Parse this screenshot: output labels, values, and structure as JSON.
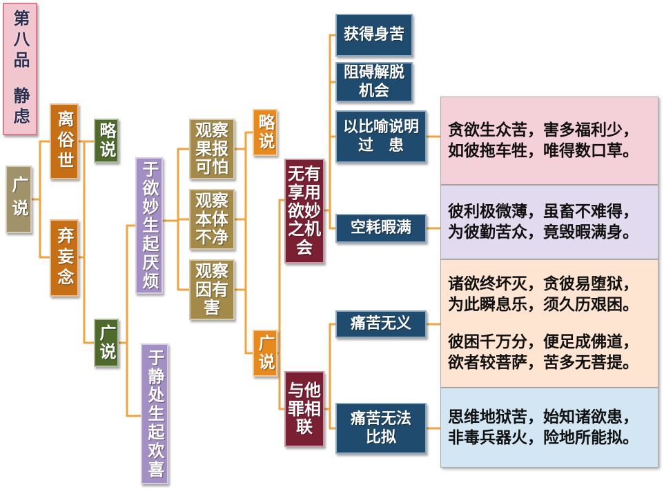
{
  "title_box": {
    "chapter": "第八品",
    "topic": "静虑"
  },
  "tree": {
    "root": "广说",
    "detach_world": "离俗世",
    "abandon_thoughts": "弃妄念",
    "brief_1": "略说",
    "extensive_1": "广说",
    "weary_of_desires": "于欲妙生起厌烦",
    "joy_in_solitude": "于静处生起欢喜",
    "observe_results": "观察果报可怕",
    "observe_nature": "观察本体不净",
    "observe_cause": "观察因有害",
    "brief_2": "略说",
    "extensive_2": "广说",
    "no_chance": "无有享用欲妙之机会",
    "linked_misdeeds": "与他罪相联"
  },
  "faults": [
    {
      "lines": [
        "获得身苦"
      ]
    },
    {
      "lines": [
        "阻碍解脱",
        "机会"
      ]
    },
    {
      "lines": [
        "以比喻说明",
        "过　患"
      ]
    },
    {
      "lines": [
        "空耗暇满"
      ]
    },
    {
      "lines": [
        "痛苦无义"
      ]
    },
    {
      "lines": [
        "痛苦无法",
        "比拟"
      ]
    }
  ],
  "verses": [
    {
      "color": "#f4d0d8",
      "stanzas": [
        [
          "贪欲生众苦，害多福利少，",
          "如彼拖车牲，唯得数口草。"
        ]
      ]
    },
    {
      "color": "#e2daee",
      "stanzas": [
        [
          "彼利极微薄，虽畜不难得，",
          "为彼勤苦众，竟毁暇满身。"
        ]
      ]
    },
    {
      "color": "#fde5d2",
      "stanzas": [
        [
          "诸欲终坏灭，贪彼易堕狱，",
          "为此瞬息乐，须久历艰困。"
        ],
        [
          "彼困千万分，便足成佛道，",
          "欲者较菩萨，苦多无菩提。"
        ]
      ]
    },
    {
      "color": "#d2e6f4",
      "stanzas": [
        [
          "思维地狱苦，始知诸欲患，",
          "非毒兵器火，险地所能拟。"
        ]
      ]
    }
  ],
  "palette": {
    "title_pink": "#f2c6cf",
    "olive": "#a0936a",
    "orange_brown": "#c66f14",
    "green": "#4e6b2c",
    "lavender": "#a48fc4",
    "khaki_brown": "#a38a48",
    "orange": "#e8891c",
    "maroon": "#7b1f33",
    "navy": "#1f4b6e",
    "connector": "#f0a43c"
  }
}
